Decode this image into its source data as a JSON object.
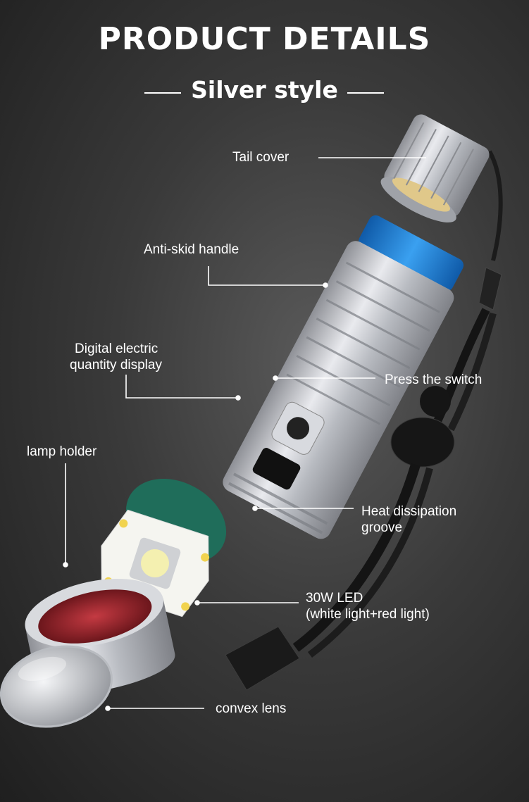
{
  "header": {
    "title": "PRODUCT DETAILS",
    "subtitle": "Silver style"
  },
  "callouts": {
    "tail_cover": "Tail cover",
    "anti_skid_handle": "Anti-skid handle",
    "digital_display_line1": "Digital electric",
    "digital_display_line2": "quantity display",
    "press_switch": "Press the switch",
    "lamp_holder": "lamp holder",
    "heat_dissipation_line1": "Heat dissipation",
    "heat_dissipation_line2": "groove",
    "led_line1": "30W LED",
    "led_line2": "(white light+red light)",
    "convex_lens": "convex lens"
  },
  "colors": {
    "background": "#333333",
    "text": "#ffffff",
    "body_silver": "#c9cbcf",
    "accent_blue": "#1f7fd1",
    "pcb_green": "#1f6d5a",
    "reflector_red": "#8a1f25",
    "led_yellow": "#f4f0b0"
  },
  "icons": [
    "flashlight-image",
    "lanyard-image",
    "leader-line"
  ]
}
